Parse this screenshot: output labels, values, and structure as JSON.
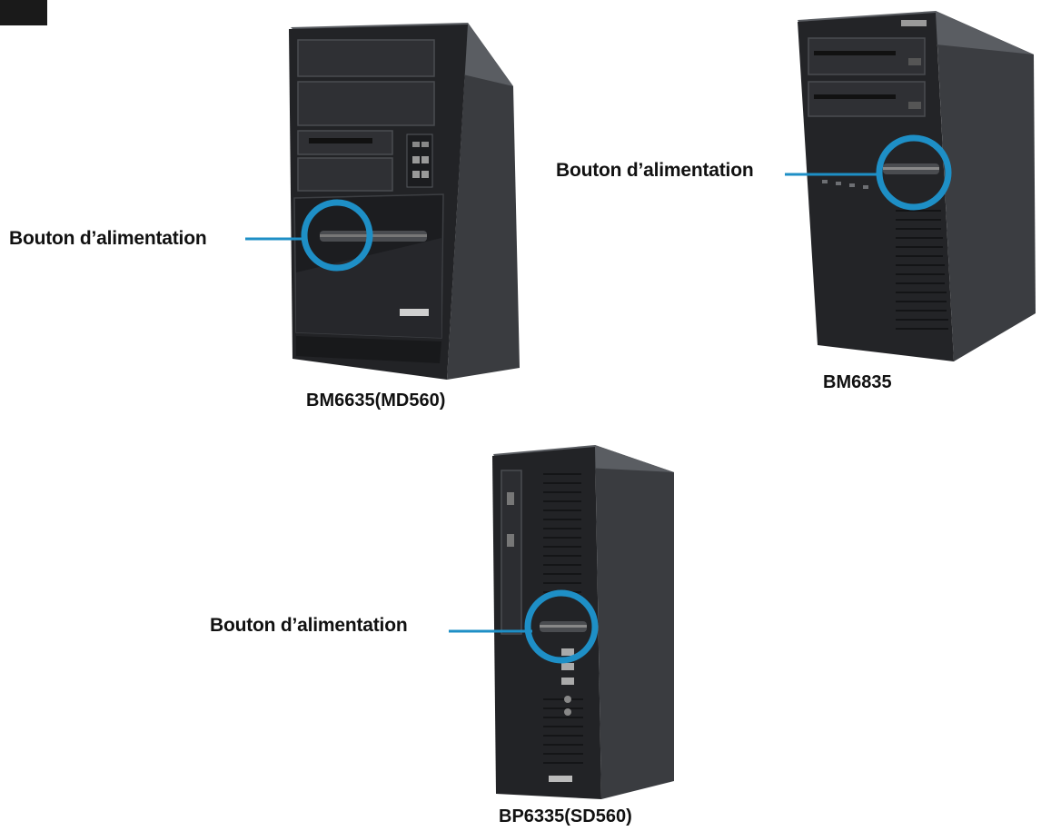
{
  "figures": [
    {
      "callout": "Bouton d’alimentation",
      "caption": "BM6635(MD560)"
    },
    {
      "callout": "Bouton d’alimentation",
      "caption": "BM6835"
    },
    {
      "callout": "Bouton d’alimentation",
      "caption": "BP6335(SD560)"
    }
  ],
  "colors": {
    "callout_accent": "#1e8fc6",
    "case_front": "#2a2b2e",
    "case_side": "#3a3c40",
    "case_top": "#55585d"
  },
  "icons": {
    "brand_logo": "asus-logo-icon"
  }
}
